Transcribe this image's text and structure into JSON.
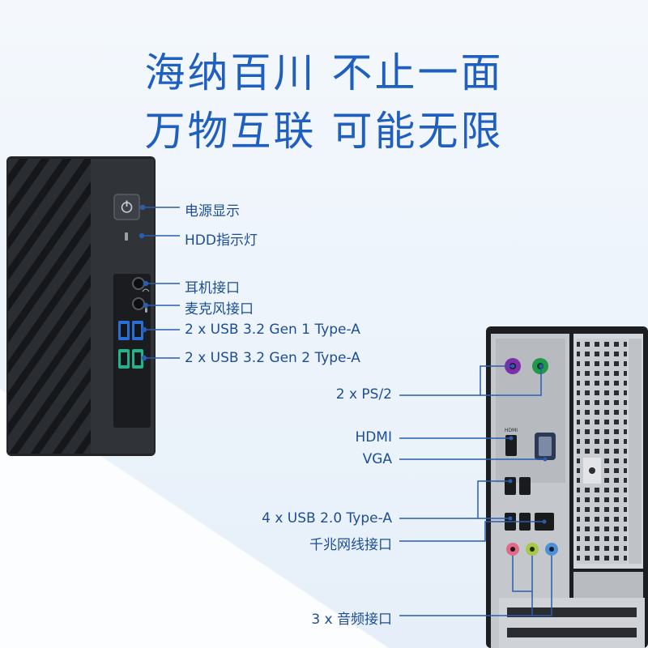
{
  "headline": {
    "line1": "海纳百川 不止一面",
    "line2": "万物互联 可能无限"
  },
  "front_labels": [
    "电源显示",
    "HDD指示灯",
    "耳机接口",
    "麦克风接口",
    "2 x USB 3.2 Gen 1 Type-A",
    "2 x USB 3.2 Gen 2 Type-A"
  ],
  "rear_labels": [
    "2 x  PS/2",
    "HDMI",
    "VGA",
    "4 x USB 2.0 Type-A",
    "千兆网线接口",
    "3 x 音频接口"
  ],
  "port_silkscreen": {
    "hdmi": "HDMI"
  },
  "colors": {
    "headline": "#1f5fbf",
    "label": "#1d4e95",
    "leader_line": "#2a5db0",
    "background": "#eef4fb",
    "ps2_keyboard": "#7b2fa8",
    "ps2_mouse": "#1e9a4a",
    "usb3_gen1": "#2a6fd6",
    "usb3_gen2": "#1fb48c"
  },
  "icons": [
    "power-icon",
    "hdd-led-icon",
    "headphone-icon",
    "microphone-icon"
  ]
}
